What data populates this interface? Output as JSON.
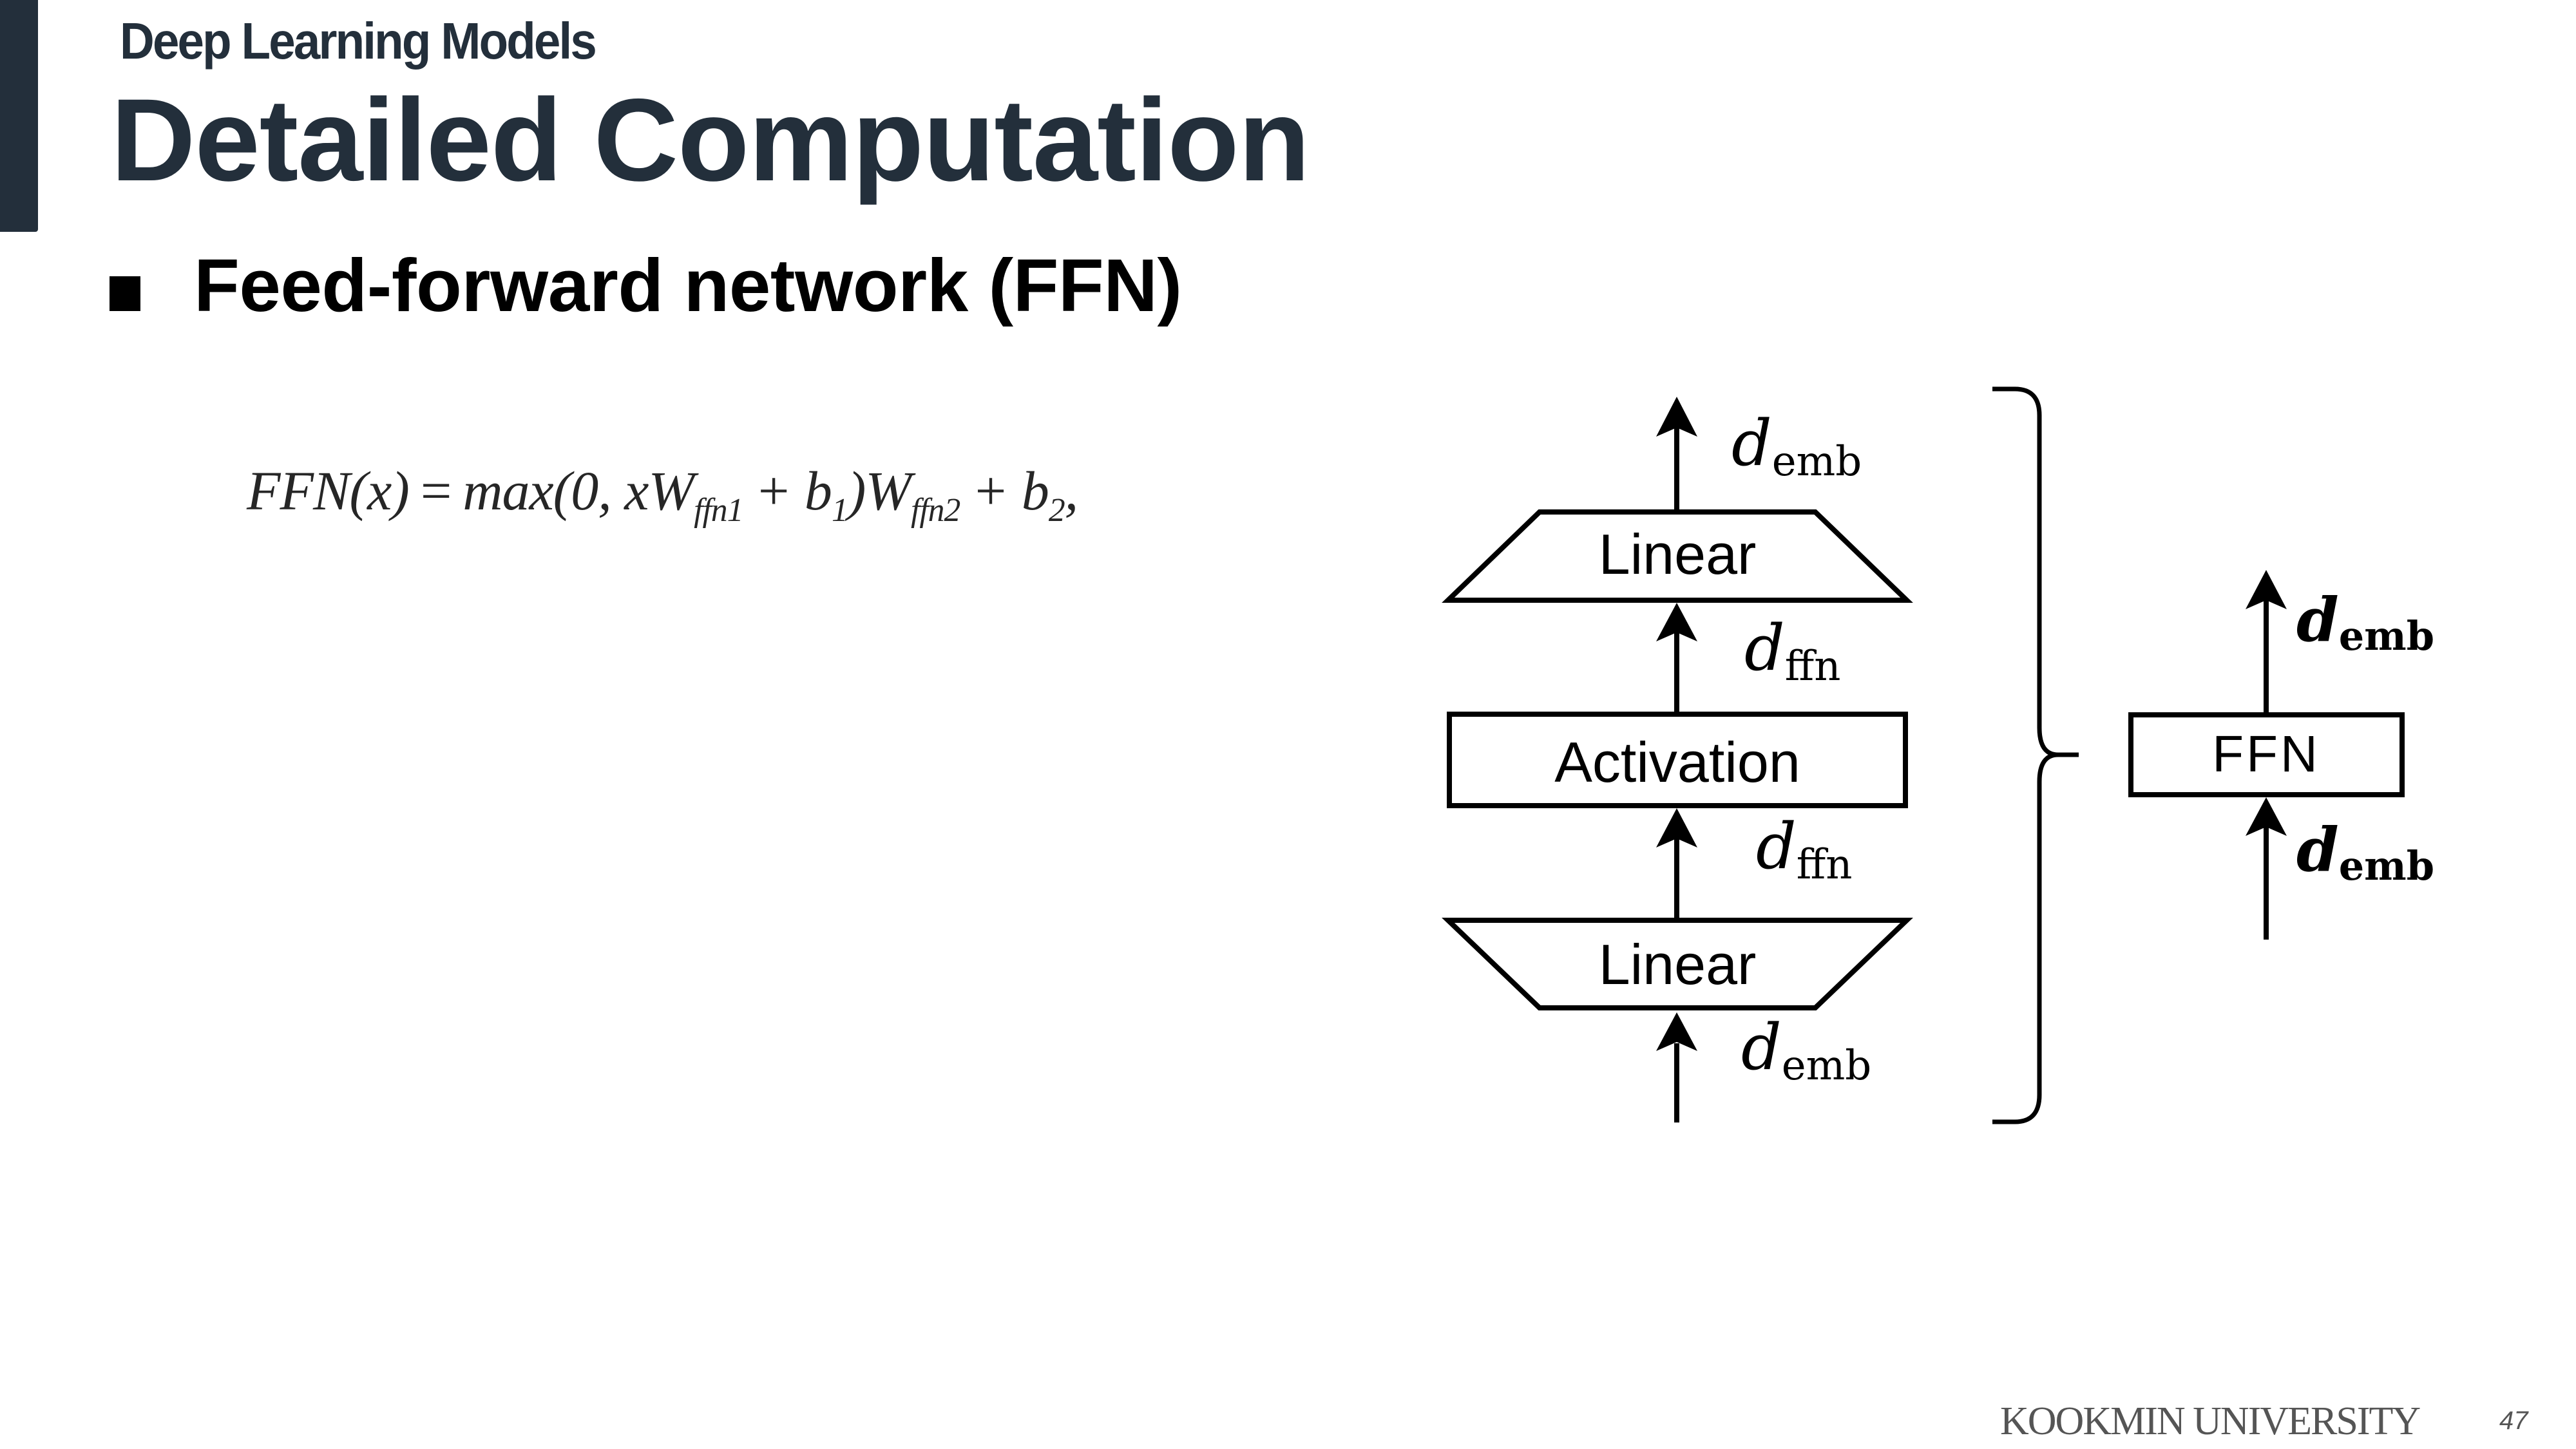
{
  "header": {
    "section": "Deep Learning Models",
    "title": "Detailed Computation"
  },
  "content": {
    "bullet": "Feed-forward network (FFN)",
    "formula": {
      "lhs": "FFN(x)",
      "equals": "=",
      "max_open": "max(0, xW",
      "w1_sub": "ffn1",
      "plus1": "+ b",
      "b1_sub": "1",
      "close_w2": ")W",
      "w2_sub": "ffn2",
      "plus2": "+ b",
      "b2_sub": "2",
      "trail": ","
    }
  },
  "diagram": {
    "detailed_stack": {
      "top_linear": "Linear",
      "activation": "Activation",
      "bottom_linear": "Linear",
      "labels": {
        "output": {
          "d": "d",
          "sub": "emb"
        },
        "upper_hidden": {
          "d": "d",
          "sub": "ffn"
        },
        "lower_hidden": {
          "d": "d",
          "sub": "ffn"
        },
        "input": {
          "d": "d",
          "sub": "emb"
        }
      }
    },
    "compact": {
      "block": "FFN",
      "labels": {
        "output": {
          "d": "d",
          "sub": "emb"
        },
        "input": {
          "d": "d",
          "sub": "emb"
        }
      }
    },
    "stroke_color": "#000000"
  },
  "footer": {
    "university": "KOOKMIN UNIVERSITY",
    "page_number": "47"
  },
  "theme": {
    "title_color": "#232f3b",
    "accent_color": "#232f3b",
    "footer_color": "#555555"
  }
}
